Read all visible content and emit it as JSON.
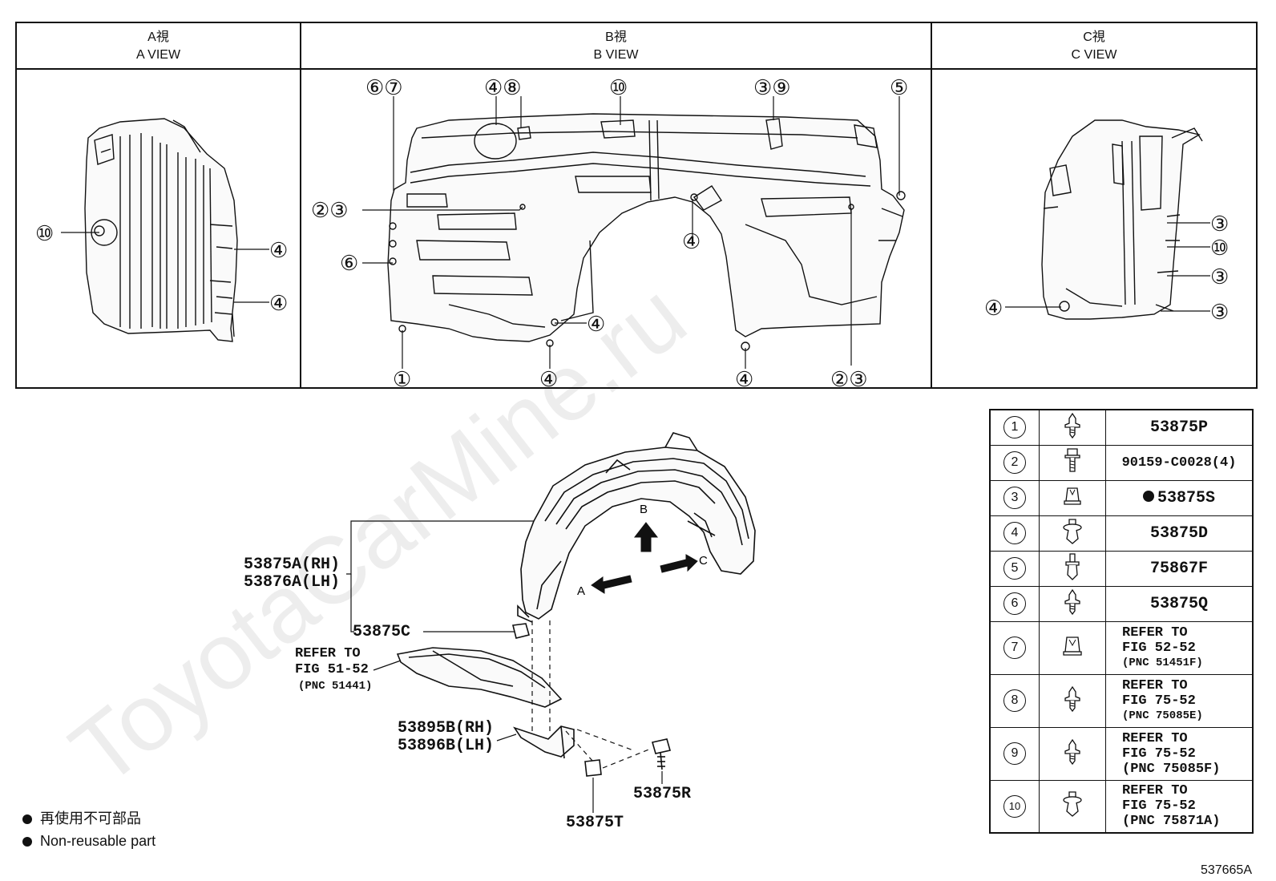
{
  "views": [
    {
      "jp": "A視",
      "en": "A VIEW"
    },
    {
      "jp": "B視",
      "en": "B VIEW"
    },
    {
      "jp": "C視",
      "en": "C VIEW"
    }
  ],
  "callouts": {
    "a_view": [
      "⑩",
      "④",
      "④"
    ],
    "b_view_top": [
      "⑥⑦",
      "④⑧",
      "⑩",
      "③⑨",
      "⑤"
    ],
    "b_view_left": [
      "②③",
      "⑥"
    ],
    "b_view_mid": [
      "④",
      "④"
    ],
    "b_view_bottom": [
      "①",
      "④",
      "④",
      "②③"
    ],
    "c_view_right": [
      "③",
      "⑩",
      "③",
      "③"
    ],
    "c_view_left": [
      "④"
    ]
  },
  "direction_arrows": {
    "a": "A",
    "b": "B",
    "c": "C"
  },
  "labels": {
    "liner_rh": "53875A(RH)",
    "liner_lh": "53876A(LH)",
    "clip_c": "53875C",
    "refer_1": "REFER TO",
    "refer_2": "FIG 51-52",
    "refer_3": "(PNC 51441)",
    "bracket_rh": "53895B(RH)",
    "bracket_lh": "53896B(LH)",
    "bolt_r": "53875R",
    "nut_t": "53875T"
  },
  "parts_table": [
    {
      "num": "①",
      "icon": "screw-clip",
      "part": "53875P"
    },
    {
      "num": "②",
      "icon": "bolt",
      "part": "90159-C0028(4)"
    },
    {
      "num": "③",
      "icon": "nut-clip",
      "part": "53875S",
      "non_reusable": true
    },
    {
      "num": "④",
      "icon": "push-clip",
      "part": "53875D"
    },
    {
      "num": "⑤",
      "icon": "pin-clip",
      "part": "75867F"
    },
    {
      "num": "⑥",
      "icon": "screw-clip",
      "part": "53875Q"
    },
    {
      "num": "⑦",
      "icon": "nut-clip",
      "refer": [
        "REFER TO",
        "FIG 52-52",
        "(PNC 51451F)"
      ]
    },
    {
      "num": "⑧",
      "icon": "screw-clip",
      "refer": [
        "REFER TO",
        "FIG 75-52",
        "(PNC 75085E)"
      ]
    },
    {
      "num": "⑨",
      "icon": "screw-clip",
      "refer": [
        "REFER TO",
        "FIG 75-52",
        "(PNC 75085F)"
      ]
    },
    {
      "num": "⑩",
      "icon": "push-clip",
      "refer": [
        "REFER TO",
        "FIG 75-52",
        "(PNC 75871A)"
      ]
    }
  ],
  "legend": {
    "jp": "再使用不可部品",
    "en": "Non-reusable part"
  },
  "figure_code": "537665A",
  "watermark": "ToyotaCarMine.ru"
}
